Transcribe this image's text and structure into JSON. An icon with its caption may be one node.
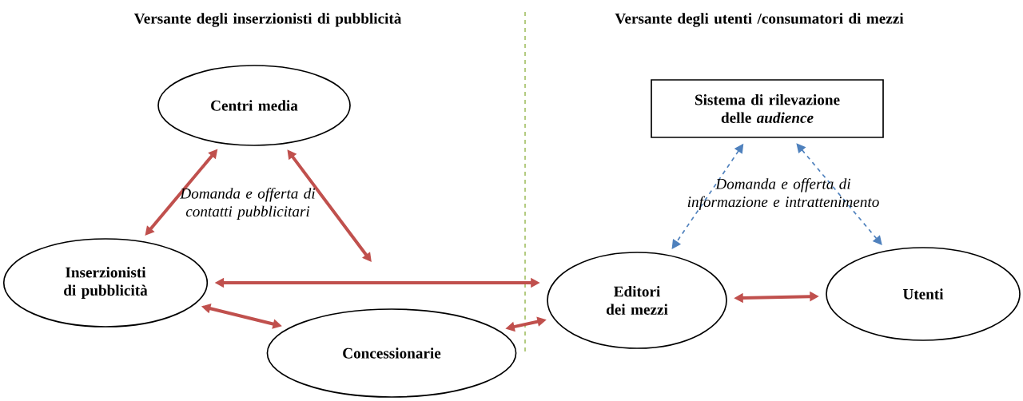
{
  "diagram": {
    "nodes": [
      {
        "text": [
          "Centri media"
        ]
      },
      {
        "text": [
          "Sistema di rilevazione delle *audience*"
        ]
      },
      {
        "text": [
          "Inserzionisti di pubblicità"
        ]
      },
      {
        "text": [
          "Editori dei mezzi"
        ]
      },
      {
        "text": [
          "Utenti"
        ]
      },
      {
        "text": [
          "Concessionarie"
        ]
      }
    ],
    "edges": [
      {
        "from": 0,
        "to": 2,
        "arrow": "both"
      },
      {
        "from": 0,
        "to": null,
        "arrow": "both"
      },
      {
        "from": 2,
        "to": 3,
        "arrow": "both"
      },
      {
        "from": 2,
        "to": 5,
        "arrow": "both"
      },
      {
        "from": 5,
        "to": 3,
        "arrow": "both"
      },
      {
        "from": 3,
        "to": 4,
        "arrow": "both"
      },
      {
        "from": 1,
        "to": 3,
        "arrow": "both",
        "style": "dashed",
        "color": "#4f81bd"
      },
      {
        "from": 1,
        "to": 4,
        "arrow": "both",
        "style": "dashed",
        "color": "#4f81bd"
      }
    ],
    "labels": [
      "Versante degli inserzionisti di pubblicità",
      "Versante degli utenti /consumatori di mezzi",
      "Domanda e offerta di contatti pubblicitari",
      "Domanda e offerta di informazione e intrattenimento"
    ]
  }
}
